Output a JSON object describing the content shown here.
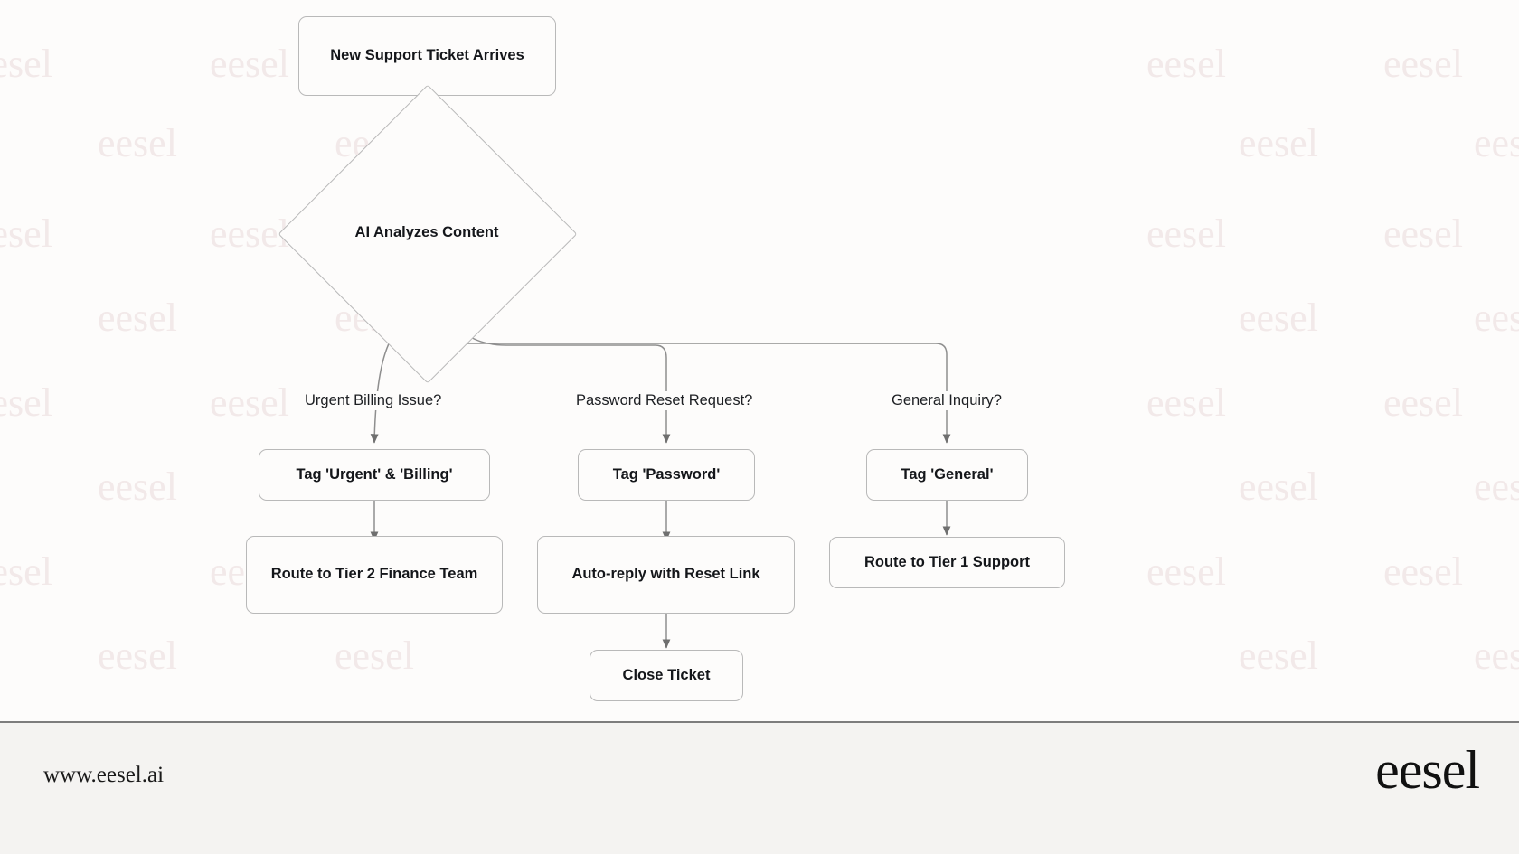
{
  "diagram": {
    "type": "flowchart",
    "direction": "top-down",
    "nodes": [
      {
        "id": "start",
        "shape": "rounded-rect",
        "label": "New Support Ticket Arrives"
      },
      {
        "id": "decision",
        "shape": "diamond",
        "label": "AI Analyzes Content"
      },
      {
        "id": "tag1",
        "shape": "rounded-rect",
        "label": "Tag 'Urgent' & 'Billing'"
      },
      {
        "id": "tag2",
        "shape": "rounded-rect",
        "label": "Tag 'Password'"
      },
      {
        "id": "tag3",
        "shape": "rounded-rect",
        "label": "Tag 'General'"
      },
      {
        "id": "act1",
        "shape": "rounded-rect",
        "label": "Route to Tier 2 Finance Team"
      },
      {
        "id": "act2",
        "shape": "rounded-rect",
        "label": "Auto-reply with Reset Link"
      },
      {
        "id": "act3",
        "shape": "rounded-rect",
        "label": "Route to Tier 1 Support"
      },
      {
        "id": "close",
        "shape": "rounded-rect",
        "label": "Close Ticket"
      }
    ],
    "edge_labels": {
      "branch1": "Urgent Billing Issue?",
      "branch2": "Password Reset Request?",
      "branch3": "General Inquiry?"
    },
    "colors": {
      "background": "#fdfcfb",
      "node_border": "#b9b9b9",
      "node_fill": "#fdfcfb",
      "edge_stroke": "#7a7a7a",
      "text": "#14161a",
      "footer_bg": "#f4f3f1",
      "watermark": "#efe3e3"
    }
  },
  "watermark": {
    "text": "eesel"
  },
  "footer": {
    "url": "www.eesel.ai",
    "brand": "eesel"
  }
}
